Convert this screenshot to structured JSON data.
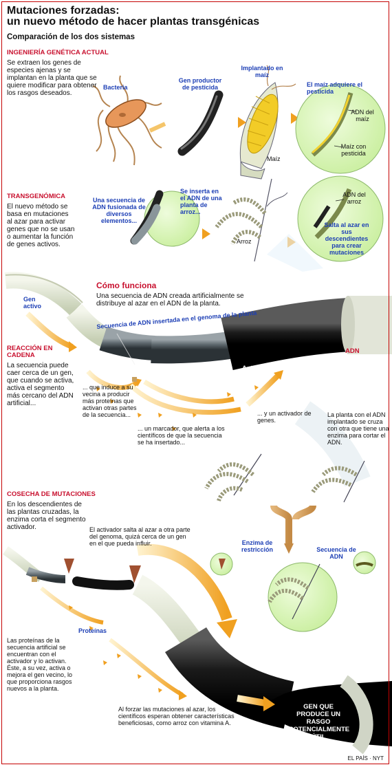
{
  "header": {
    "title_line1": "Mutaciones forzadas:",
    "title_line2": "un nuevo método de hacer plantas transgénicas",
    "subtitle": "Comparación de los dos sistemas"
  },
  "section_ingenieria": {
    "heading": "INGENIERÍA GENÉTICA ACTUAL",
    "text": "Se extraen los genes de especies ajenas y se implantan en la planta que se quiere modificar para obtener los rasgos deseados.",
    "label_bacteria": "Bacteria",
    "label_gen_productor": "Gen productor de pesticida",
    "label_implantado": "Implantado en maíz",
    "label_maiz": "Maíz",
    "label_adquiere": "El maíz adquiere el pesticida",
    "label_adn_maiz": "ADN del maíz",
    "label_maiz_pesticida": "Maíz con pesticida"
  },
  "section_transgenomica": {
    "heading": "TRANSGENÓMICA",
    "text": "El nuevo método se basa en mutaciones al azar para activar genes que no se usan o aumentar la función de genes activos.",
    "label_secuencia": "Una secuencia de ADN fusionada de diversos elementos...",
    "label_inserta": "Se inserta en el ADN de una planta de arroz...",
    "label_arroz": "Arroz",
    "label_adn_arroz": "ADN del arroz",
    "label_salta": "Salta al azar en sus descendientes para crear mutaciones"
  },
  "como_funciona": {
    "title": "Cómo funciona",
    "text": "Una secuencia de ADN creada artificialmente se distribuye al azar en el ADN de la planta.",
    "label_gen_activo": "Gen activo",
    "label_secuencia_insertada": "Secuencia de ADN insertada en el genoma de la planta",
    "label_marcador": "Marcador",
    "label_activador": "Activador de genes",
    "label_adn": "ADN"
  },
  "reaccion": {
    "heading": "REACCIÓN EN CADENA",
    "text": "La secuencia puede caer cerca de un gen, que cuando se activa, activa el segmento más cercano del ADN artificial...",
    "step1": "... que induce a su vecina a producir más proteínas que activan otras partes de la secuencia...",
    "step2": "... un marcador, que alerta a los científicos de que la secuencia se ha insertado...",
    "step3": "... y un activador de genes.",
    "cruce": "La planta con el ADN implantado se cruza con otra que tiene una enzima para cortar el ADN."
  },
  "cosecha": {
    "heading": "COSECHA DE MUTACIONES",
    "text": "En los descendientes de las plantas cruzadas, la enzima corta el segmento activador.",
    "label_enzima": "Enzima de restricción",
    "label_secuencia_adn": "Secuencia de ADN",
    "activador_salta": "El activador salta al azar a otra parte del genoma, quizá cerca de un gen en el que pueda influir.",
    "label_proteinas": "Proteínas",
    "proteinas_text": "Las proteínas de la secuencia artificial se encuentran con el activador y lo activan. Éste, a su vez, activa o mejora el gen vecino, lo que proporciona rasgos nuevos a la planta.",
    "final_text": "Al forzar las mutaciones al azar, los científicos esperan obtener características beneficiosas, como arroz con vitamina A.",
    "gen_util": "GEN QUE PRODUCE UN RASGO POTENCIALMENTE ÚTIL"
  },
  "credit": "EL PAÍS · NYT",
  "colors": {
    "title_red": "#c8102e",
    "label_blue": "#1d3fb5",
    "circle_green": "#d9f7b4",
    "dna_black": "#1a1a1a",
    "dna_gray": "#5e6a72",
    "dna_light": "#d7dfc6",
    "arrow_orange": "#f5a623"
  },
  "icons": [
    "bacteria-icon",
    "gene-rod-icon",
    "corn-cob-icon",
    "rice-plant-icon",
    "scissors-enzyme-icon",
    "cross-arrow-icon"
  ]
}
